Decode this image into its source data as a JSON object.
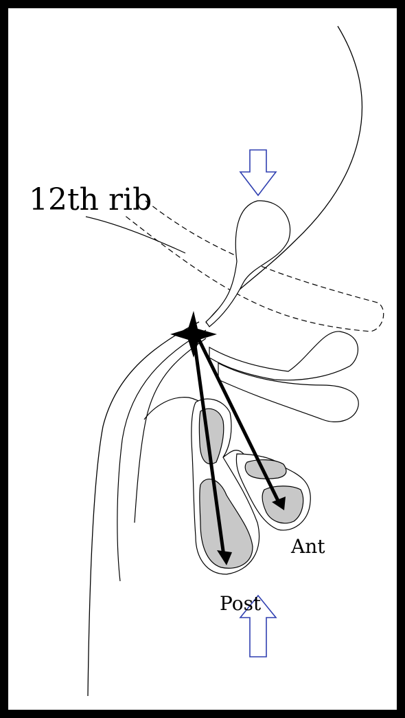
{
  "labels": {
    "rib": "12th rib",
    "anterior": "Ant",
    "posterior": "Post"
  },
  "colors": {
    "border": "#000000",
    "background": "#ffffff",
    "ink": "#000000",
    "calyx_fill": "#c8c8c8",
    "indicator_arrow": "#2f3fb0"
  },
  "icons": {
    "top_indicator": "down-arrow-icon",
    "bottom_indicator": "up-arrow-icon",
    "entry_point": "star-icon"
  }
}
